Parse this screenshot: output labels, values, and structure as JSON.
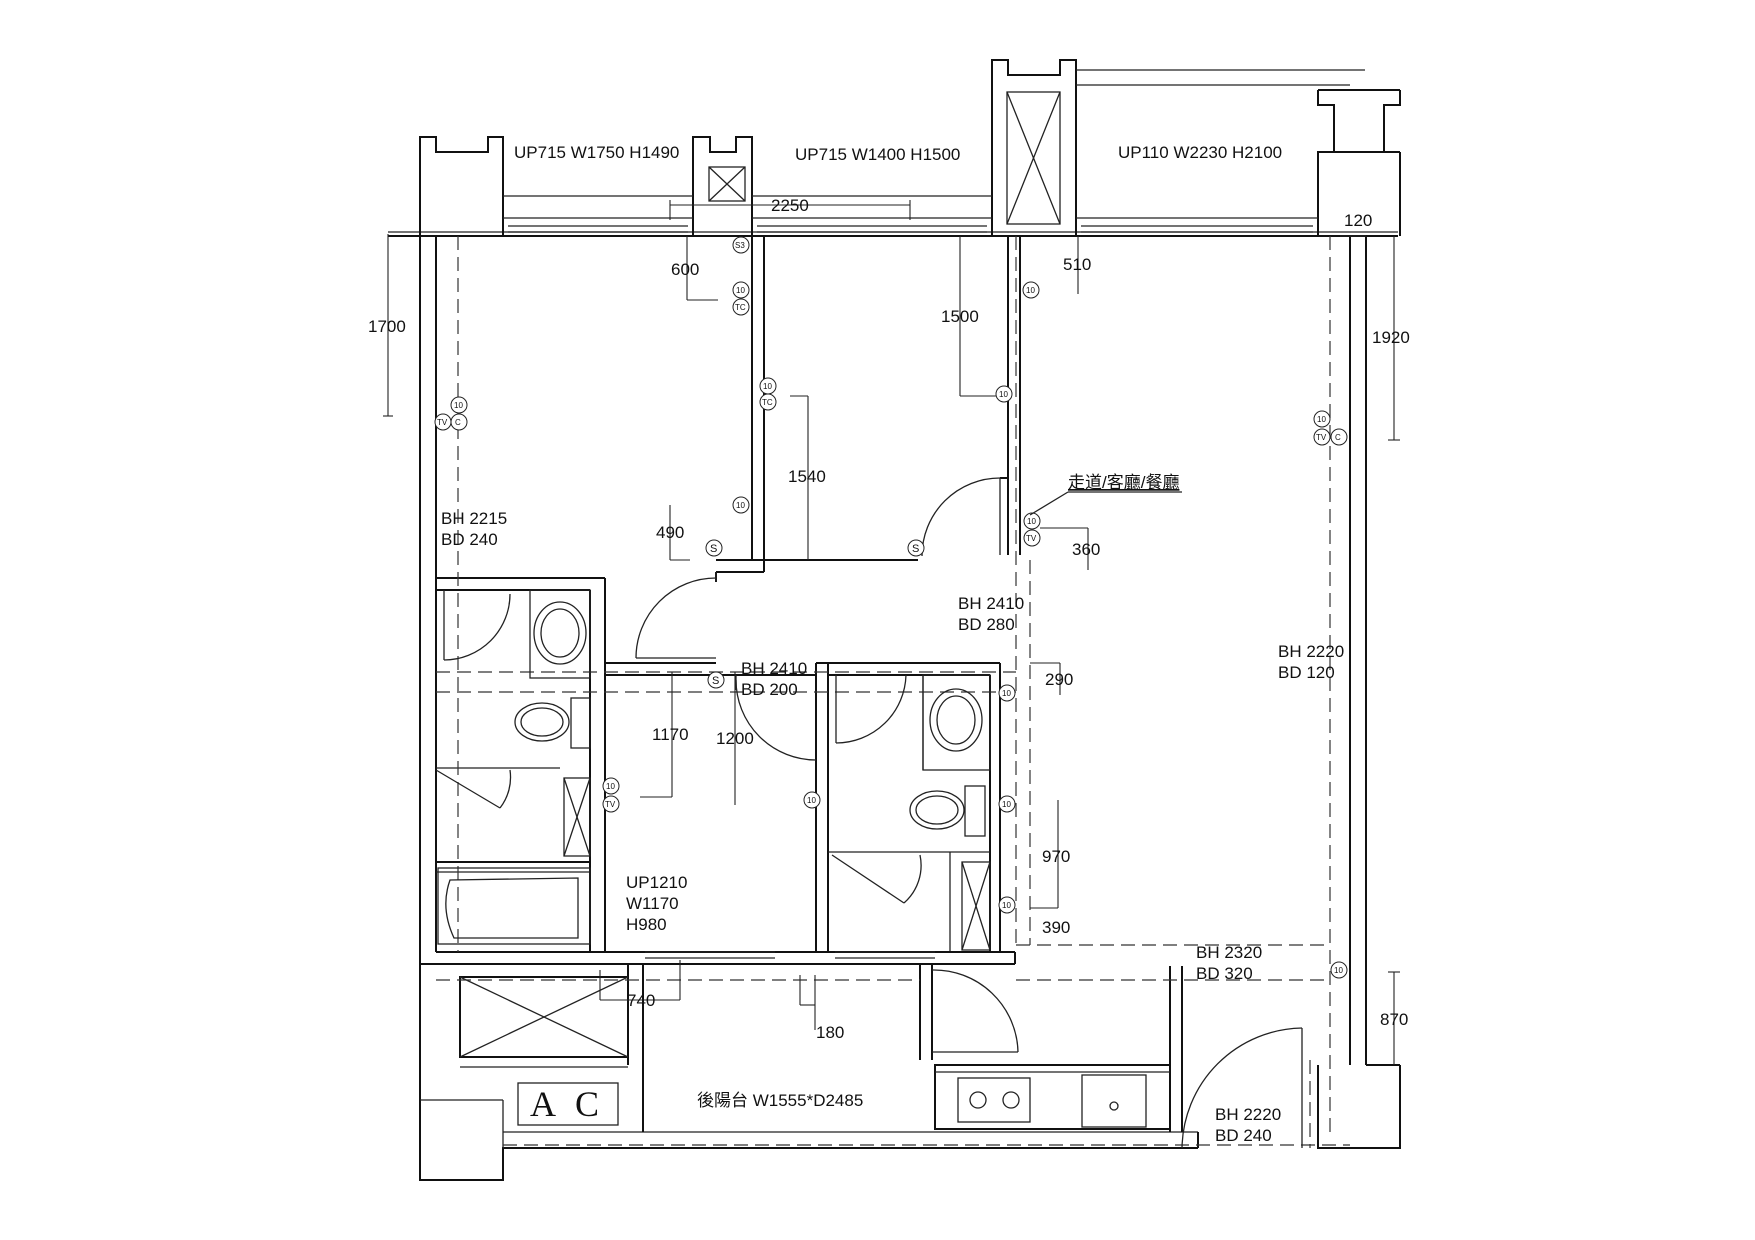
{
  "windows": {
    "w1": "UP715 W1750 H1490",
    "w2": "UP715 W1400 H1500",
    "w3": "UP110 W2230 H2100",
    "w4": "UP1210",
    "w4b": "W1170",
    "w4c": "H980"
  },
  "dimensions": {
    "d2250": "2250",
    "d120": "120",
    "d600": "600",
    "d510": "510",
    "d1700": "1700",
    "d1500": "1500",
    "d1920": "1920",
    "d1540": "1540",
    "d490": "490",
    "d360": "360",
    "d290": "290",
    "d1170": "1170",
    "d1200": "1200",
    "d970": "970",
    "d390": "390",
    "d740": "740",
    "d180": "180",
    "d870": "870"
  },
  "beams": {
    "b1": [
      "BH 2215",
      "BD 240"
    ],
    "b2": [
      "BH 2410",
      "BD 280"
    ],
    "b3": [
      "BH 2410",
      "BD 200"
    ],
    "b4": [
      "BH 2220",
      "BD 120"
    ],
    "b5": [
      "BH 2320",
      "BD 320"
    ],
    "b6": [
      "BH 2220",
      "BD 240"
    ]
  },
  "rooms": {
    "living": "走道/客廳/餐廳",
    "balcony": "後陽台 W1555*D2485",
    "ac": [
      "A",
      "C"
    ]
  },
  "outlets": {
    "s": "S",
    "s3": "S3",
    "n10": "10",
    "tc": "TC",
    "tv": "TV",
    "c": "C"
  }
}
